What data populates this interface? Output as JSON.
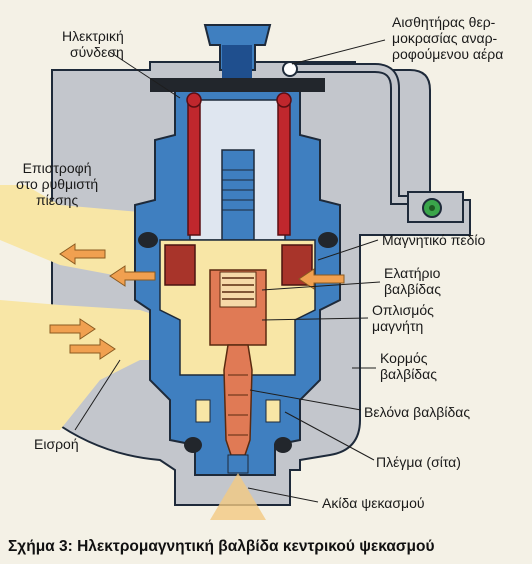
{
  "labels": {
    "electric_connection": "Ηλεκτρική\nσύνδεση",
    "air_temp_sensor": "Αισθητήρας θερ-\nμοκρασίας αναρ-\nροφούμενου αέρα",
    "return_to_regulator": "Επιστροφή\nστο ρυθμιστή\nπίεσης",
    "magnetic_field": "Μαγνητικό πεδίο",
    "valve_spring": "Ελατήριο\nβαλβίδας",
    "magnet_armature": "Οπλισμός\nμαγνήτη",
    "valve_body": "Κορμός\nβαλβίδας",
    "valve_needle": "Βελόνα βαλβίδας",
    "inlet": "Εισροή",
    "strainer": "Πλέγμα (σίτα)",
    "spray_tip": "Ακίδα ψεκασμού"
  },
  "caption": "Σχήμα 3: Ηλεκτρομαγνητική βαλβίδα κεντρικού ψεκασμού",
  "colors": {
    "housing": "#c3c6cc",
    "body_blue": "#3f7fc0",
    "dark_blue": "#1f4f8e",
    "fuel_yellow": "#f8e6a6",
    "fuel_orange": "#f0a050",
    "coil_red": "#c0272d",
    "armature": "#e07a55",
    "sensor_green": "#3aa54a"
  }
}
